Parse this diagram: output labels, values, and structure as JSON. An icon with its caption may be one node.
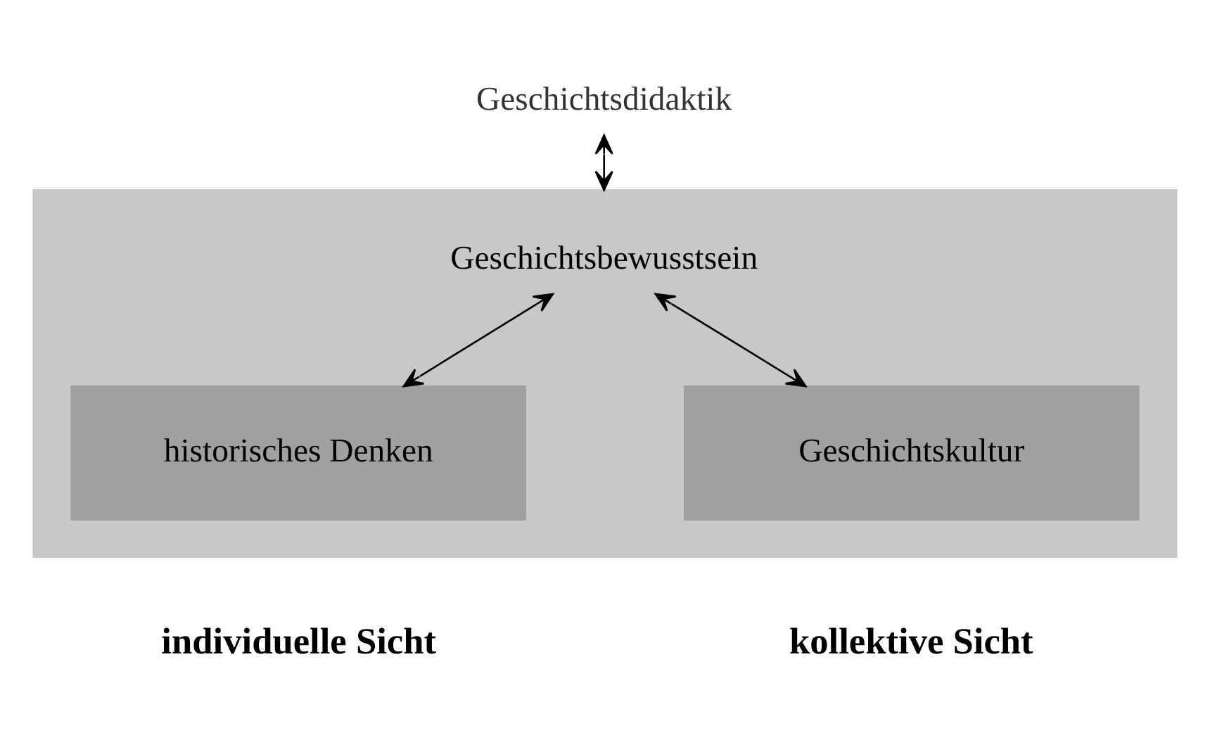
{
  "diagram": {
    "nodes": [
      {
        "text": [
          "Geschichtsdidaktik"
        ]
      },
      {
        "text": [],
        "shape": "box"
      },
      {
        "text": [
          "Geschichtsbewusstsein"
        ],
        "in": 1
      },
      {
        "text": [
          "historisches Denken"
        ],
        "in": 1
      },
      {
        "text": [
          "Geschichtskultur"
        ],
        "in": 1
      }
    ],
    "edges": [
      {
        "from": 0,
        "to": 1,
        "arrow": "both"
      },
      {
        "from": 2,
        "to": 3,
        "arrow": "both"
      },
      {
        "from": 2,
        "to": 4,
        "arrow": "both"
      }
    ],
    "labels": [
      "individuelle Sicht",
      "kollektive Sicht"
    ]
  }
}
